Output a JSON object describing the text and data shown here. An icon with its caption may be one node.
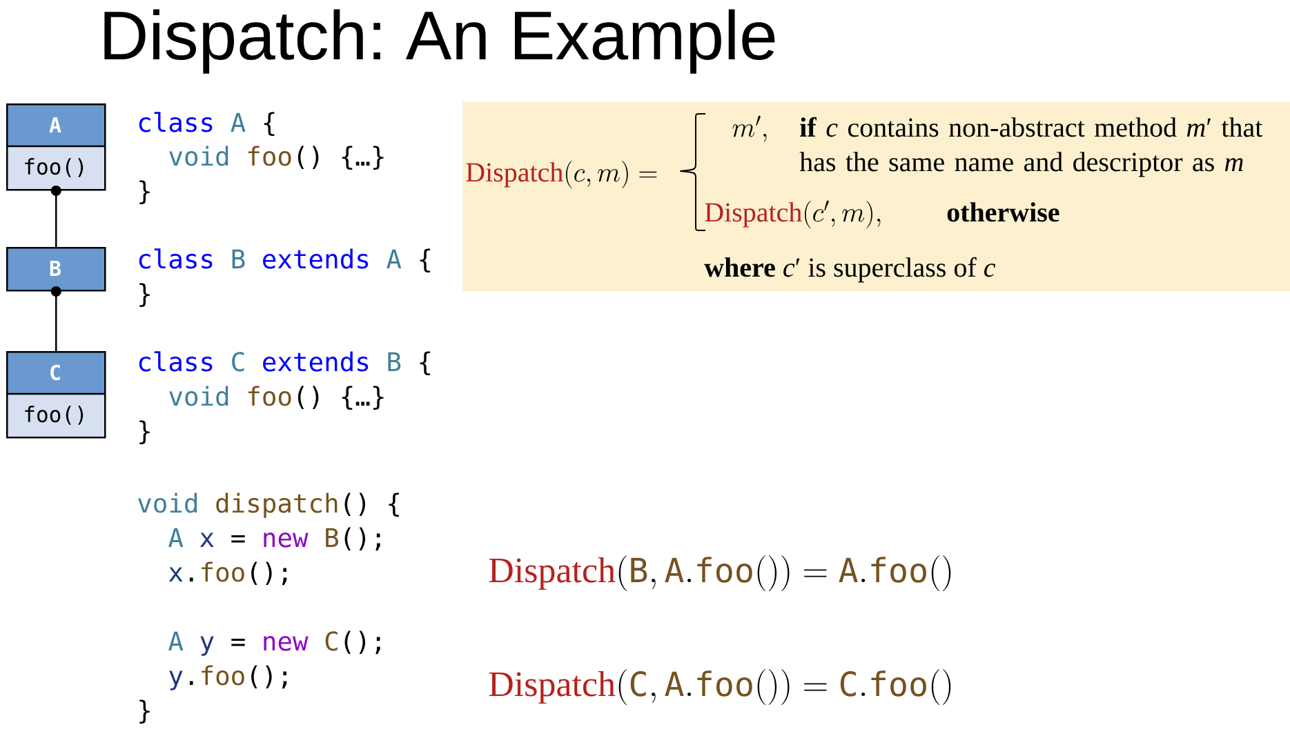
{
  "diagram": {
    "title": "Dispatch: An Example",
    "nodes": [
      {
        "text": [
          "A",
          "foo()"
        ]
      },
      {
        "text": [
          "B"
        ]
      },
      {
        "text": [
          "C",
          "foo()"
        ]
      },
      {
        "text": [
          "\\mathrm{Dispatch}(c, m) =",
          "m',",
          "**if** *c* contains non-abstract method *m*′ that has the same name and descriptor as *m*",
          "\\mathrm{Dispatch}(c', m),",
          "otherwise",
          "**where** *c*′ is superclass of *c*"
        ]
      }
    ],
    "edges": [
      {
        "from": 0,
        "to": 1,
        "arrow": "other"
      },
      {
        "from": 1,
        "to": 2,
        "arrow": "other"
      }
    ],
    "labels": [
      "class A {",
      "void foo() {…}",
      "}",
      "class B extends A {",
      "}",
      "class C extends B {",
      "void foo() {…}",
      "}",
      "void dispatch() {",
      "A x = new B();",
      "x.foo();",
      "A y = new C();",
      "y.foo();",
      "}",
      "\\mathrm{Dispatch}(\\mathtt{B}, \\mathtt{A.foo()}) = \\mathtt{A.foo()}",
      "\\mathrm{Dispatch}(\\mathtt{C}, \\mathtt{A.foo()}) = \\mathtt{C.foo()}"
    ]
  }
}
